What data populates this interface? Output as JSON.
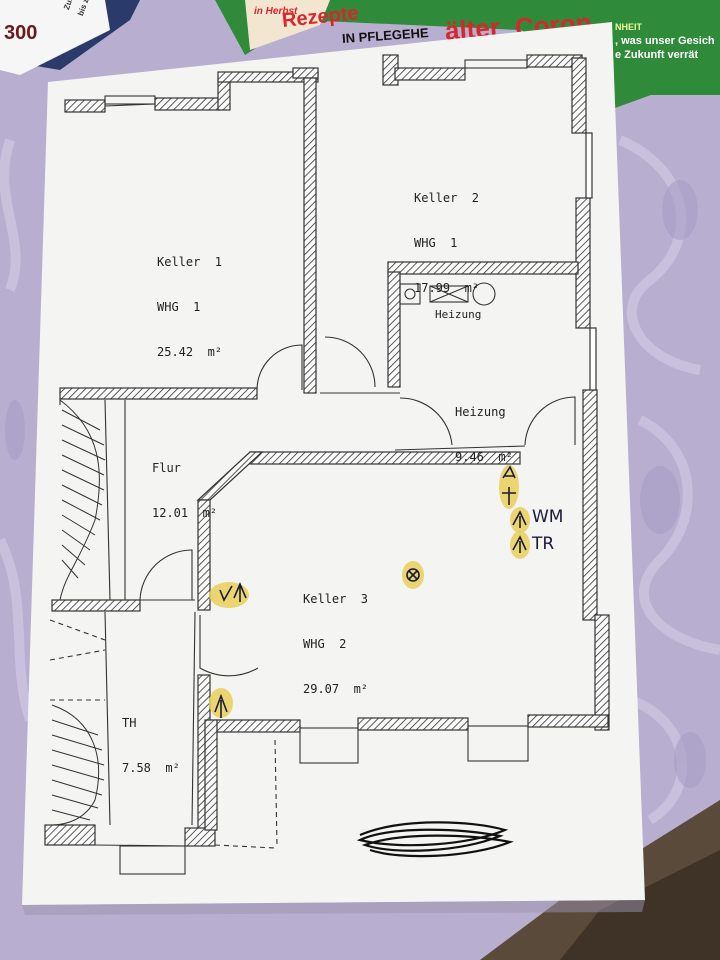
{
  "magazine": {
    "headline_top": "Rezepte",
    "headline_red": "älter",
    "headline_red2": "Coron",
    "subline": "IN PFLEGEHE",
    "badge_small": "in Herbst",
    "price": "300",
    "side_text_1": "Zusätzlich",
    "side_text_2": "bis zu",
    "right_line_1": "NHEIT",
    "right_line_2": ", was unser Gesich",
    "right_line_3": "e Zukunft verrät"
  },
  "rooms": [
    {
      "id": "keller1",
      "name": "Keller  1",
      "unit": "WHG  1",
      "area": "25.42  m²"
    },
    {
      "id": "keller2",
      "name": "Keller  2",
      "unit": "WHG  1",
      "area": "17.99  m²"
    },
    {
      "id": "heizung_box",
      "name": "Heizung"
    },
    {
      "id": "heizung",
      "name": "Heizung",
      "area": "9.46  m²"
    },
    {
      "id": "flur",
      "name": "Flur",
      "area": "12.01  m²"
    },
    {
      "id": "keller3",
      "name": "Keller  3",
      "unit": "WHG  2",
      "area": "29.07  m²"
    },
    {
      "id": "th",
      "name": "TH",
      "area": "7.58  m²"
    }
  ],
  "handwritten": {
    "wm": "WM",
    "tr": "TR"
  },
  "colors": {
    "paper": "#f4f4f2",
    "wall_outline": "#3a3a3a",
    "highlight": "#e8cf5a",
    "tablecloth": "#b9b0d0",
    "magazine_green": "#2f8a3a",
    "magazine_red": "#d9262c"
  }
}
